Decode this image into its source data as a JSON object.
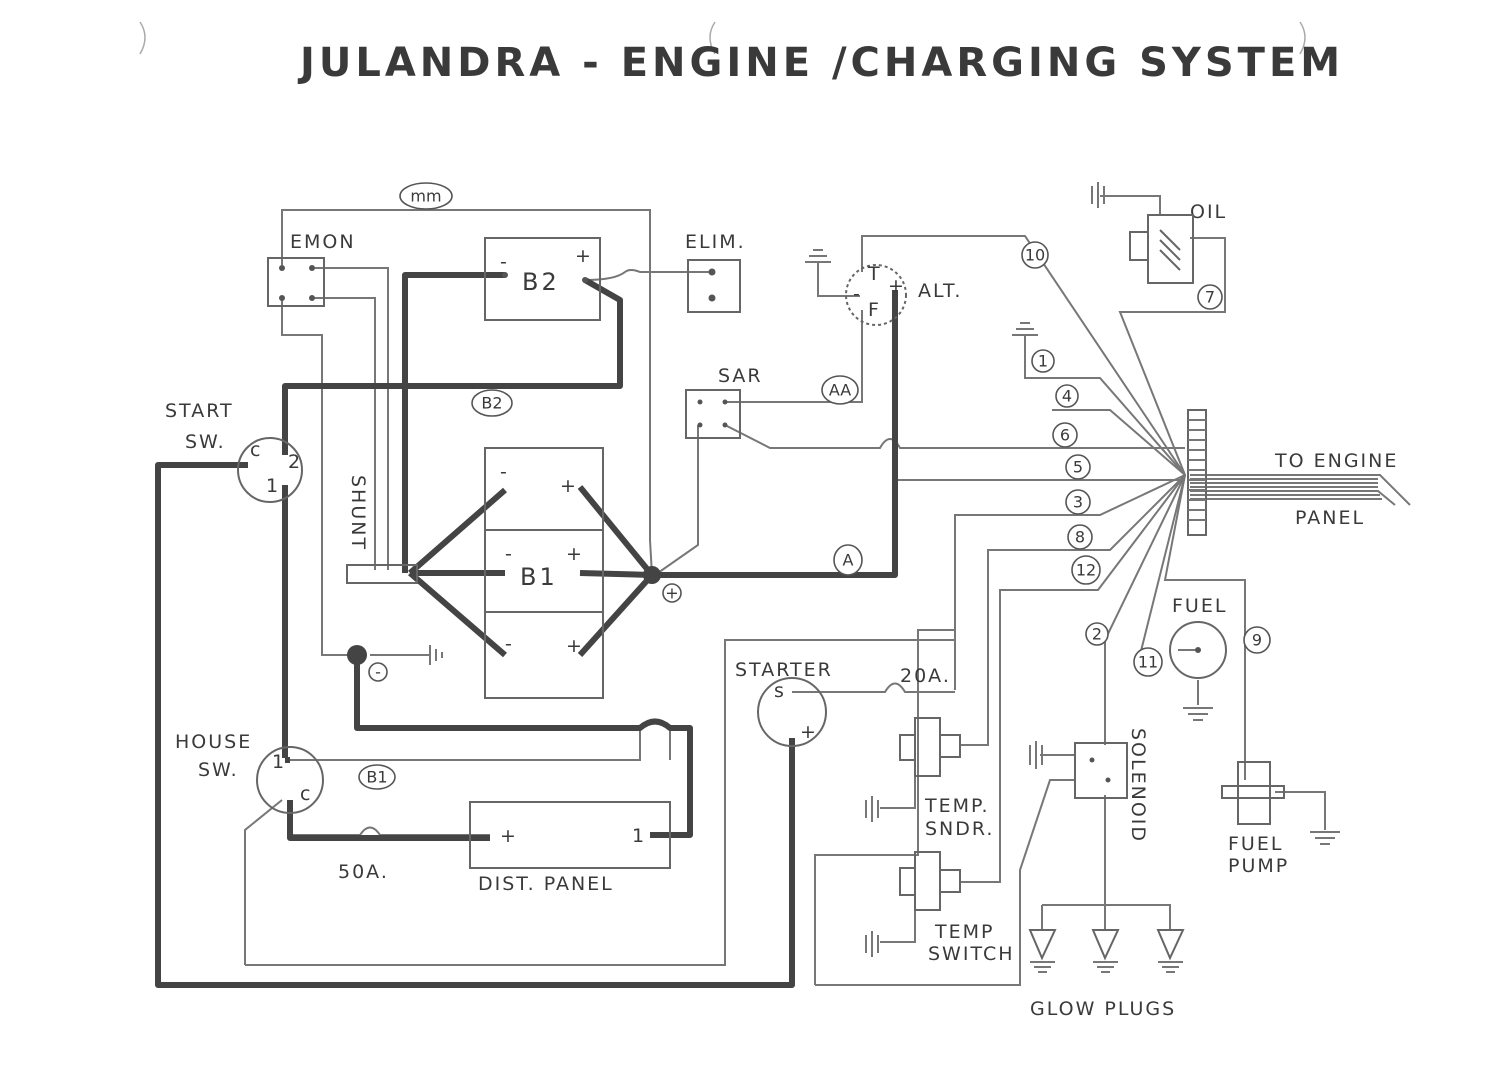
{
  "title": "JULANDRA - ENGINE /CHARGING SYSTEM",
  "labels": {
    "emon": "EMON",
    "mm": "mm",
    "b2": "B2",
    "b1": "B1",
    "elim": "ELIM.",
    "alt": "ALT.",
    "alt_t": "T",
    "alt_f": "F",
    "sar": "SAR",
    "aa": "AA",
    "a": "A",
    "start_sw_1": "START",
    "start_sw_2": "SW.",
    "house_sw_1": "HOUSE",
    "house_sw_2": "SW.",
    "shunt": "SHUNT",
    "starter": "STARTER",
    "starter_s": "s",
    "fuse_20a": "20A.",
    "fuse_50a": "50A.",
    "dist_panel": "DIST.  PANEL",
    "oil": "OIL",
    "fuel": "FUEL",
    "fuel_pump_1": "FUEL",
    "fuel_pump_2": "PUMP",
    "temp_sndr_1": "TEMP.",
    "temp_sndr_2": "SNDR.",
    "temp_switch_1": "TEMP",
    "temp_switch_2": "SWITCH",
    "solenoid": "SOLENOID",
    "glow_plugs": "GLOW  PLUGS",
    "to_engine": "TO ENGINE",
    "panel": "PANEL",
    "plus": "+",
    "minus": "-",
    "c": "c",
    "one": "1",
    "two": "2",
    "b2_tag": "B2",
    "b1_tag": "B1"
  },
  "wire_numbers": [
    "1",
    "2",
    "3",
    "4",
    "5",
    "6",
    "7",
    "8",
    "9",
    "10",
    "11",
    "12"
  ]
}
